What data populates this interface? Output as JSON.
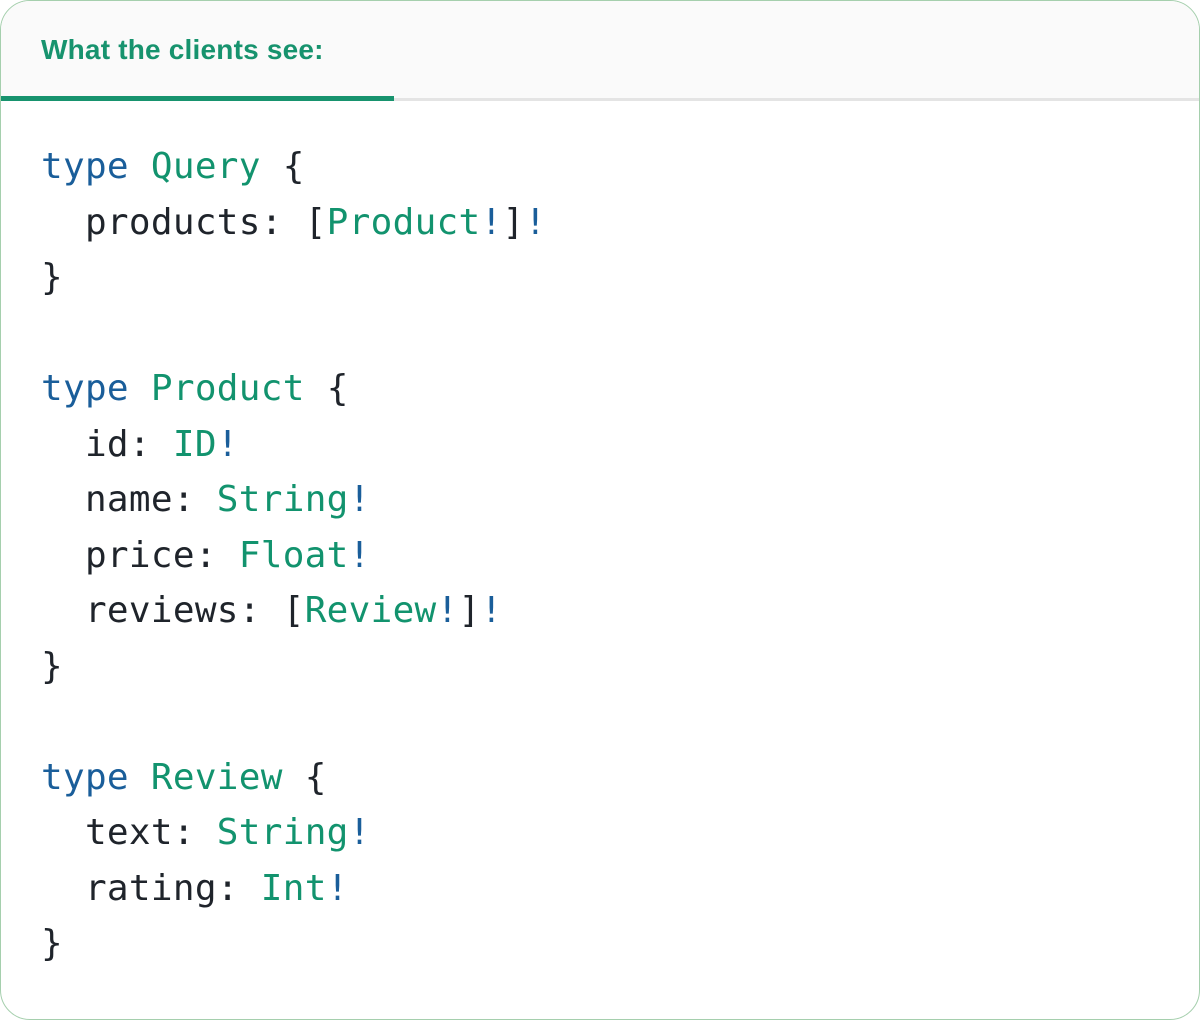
{
  "header": {
    "tab_label": "What the clients see:"
  },
  "colors": {
    "accent-green": "#17936E",
    "type-green": "#12936E",
    "keyword-blue": "#1A5E9A",
    "code-text": "#1F242B",
    "header-bg": "#FAFAFA",
    "divider-gray": "#E4E4E4",
    "card-border": "#A5CFAD"
  },
  "code": {
    "language": "graphql",
    "lines": [
      [
        {
          "kind": "keyword",
          "text": "type"
        },
        {
          "kind": "plain",
          "text": " "
        },
        {
          "kind": "type",
          "text": "Query"
        },
        {
          "kind": "plain",
          "text": " {"
        }
      ],
      [
        {
          "kind": "plain",
          "text": "  products: ["
        },
        {
          "kind": "type",
          "text": "Product"
        },
        {
          "kind": "bang",
          "text": "!"
        },
        {
          "kind": "plain",
          "text": "]"
        },
        {
          "kind": "bang",
          "text": "!"
        }
      ],
      [
        {
          "kind": "plain",
          "text": "}"
        }
      ],
      [],
      [
        {
          "kind": "keyword",
          "text": "type"
        },
        {
          "kind": "plain",
          "text": " "
        },
        {
          "kind": "type",
          "text": "Product"
        },
        {
          "kind": "plain",
          "text": " {"
        }
      ],
      [
        {
          "kind": "plain",
          "text": "  id: "
        },
        {
          "kind": "type",
          "text": "ID"
        },
        {
          "kind": "bang",
          "text": "!"
        }
      ],
      [
        {
          "kind": "plain",
          "text": "  name: "
        },
        {
          "kind": "type",
          "text": "String"
        },
        {
          "kind": "bang",
          "text": "!"
        }
      ],
      [
        {
          "kind": "plain",
          "text": "  price: "
        },
        {
          "kind": "type",
          "text": "Float"
        },
        {
          "kind": "bang",
          "text": "!"
        }
      ],
      [
        {
          "kind": "plain",
          "text": "  reviews: ["
        },
        {
          "kind": "type",
          "text": "Review"
        },
        {
          "kind": "bang",
          "text": "!"
        },
        {
          "kind": "plain",
          "text": "]"
        },
        {
          "kind": "bang",
          "text": "!"
        }
      ],
      [
        {
          "kind": "plain",
          "text": "}"
        }
      ],
      [],
      [
        {
          "kind": "keyword",
          "text": "type"
        },
        {
          "kind": "plain",
          "text": " "
        },
        {
          "kind": "type",
          "text": "Review"
        },
        {
          "kind": "plain",
          "text": " {"
        }
      ],
      [
        {
          "kind": "plain",
          "text": "  text: "
        },
        {
          "kind": "type",
          "text": "String"
        },
        {
          "kind": "bang",
          "text": "!"
        }
      ],
      [
        {
          "kind": "plain",
          "text": "  rating: "
        },
        {
          "kind": "type",
          "text": "Int"
        },
        {
          "kind": "bang",
          "text": "!"
        }
      ],
      [
        {
          "kind": "plain",
          "text": "}"
        }
      ]
    ]
  }
}
